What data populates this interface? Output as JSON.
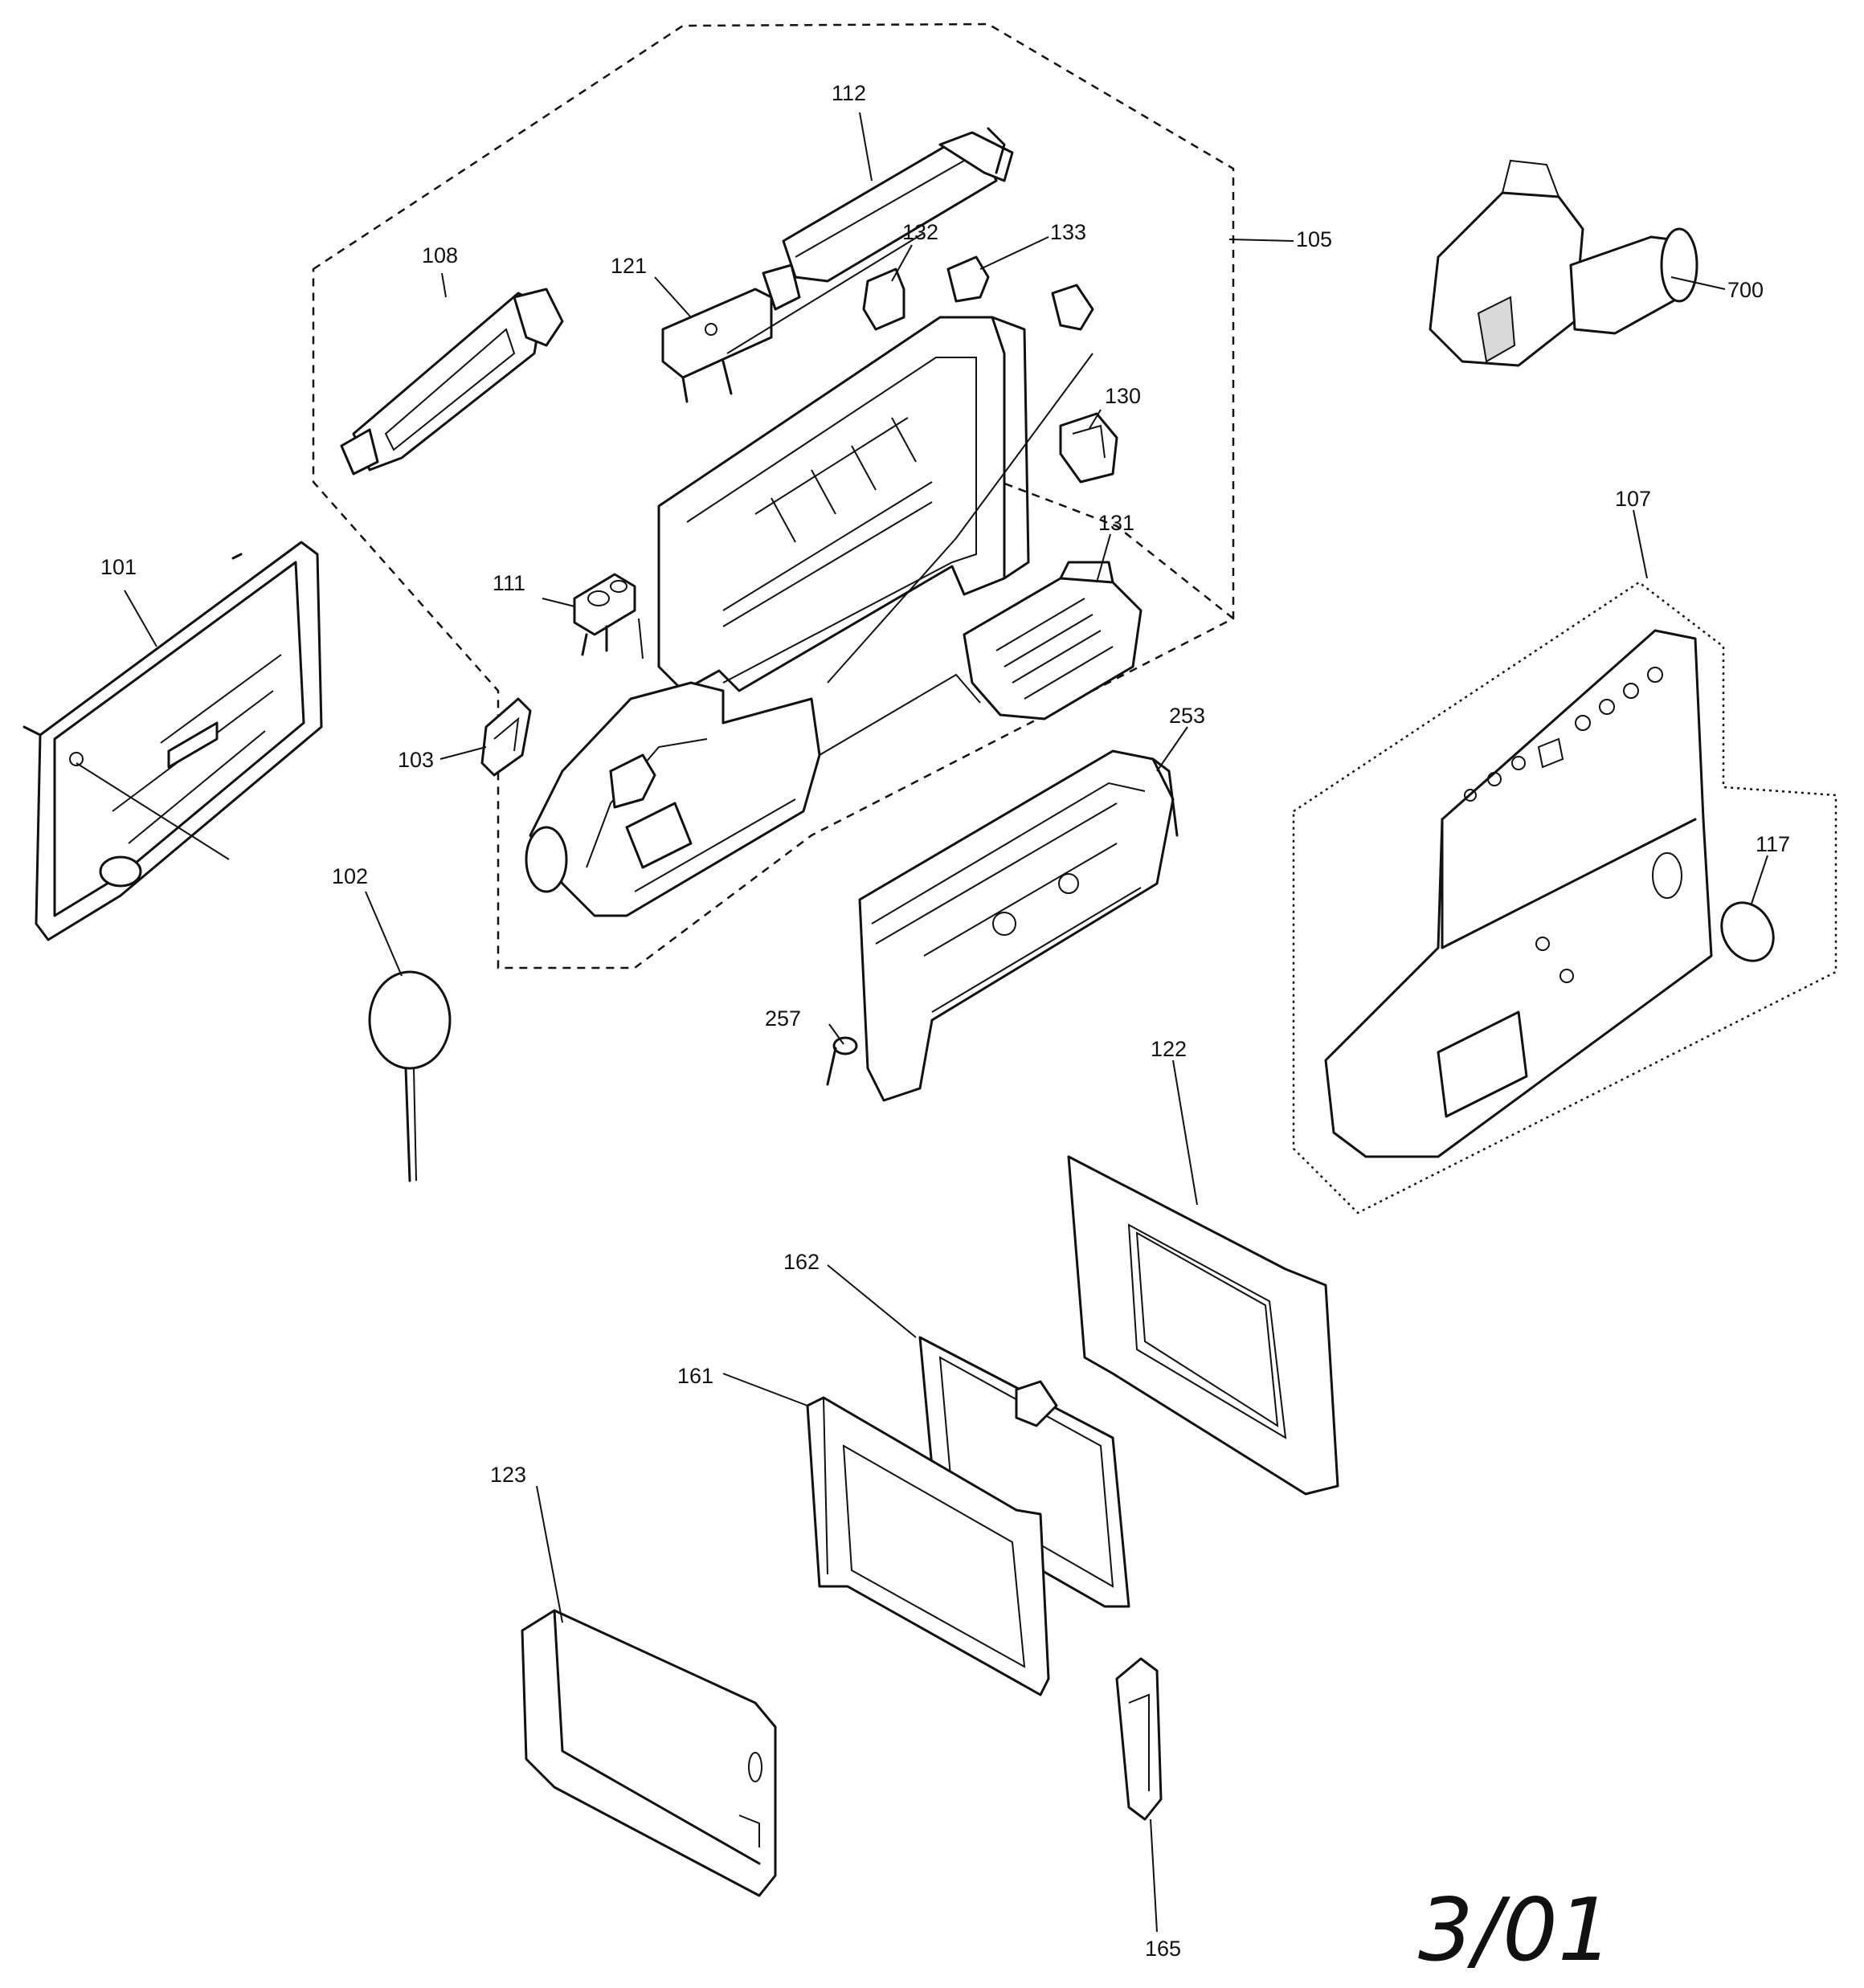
{
  "diagram": {
    "date_stamp": "3/01",
    "callouts": [
      {
        "id": "p101",
        "text": "101"
      },
      {
        "id": "p102",
        "text": "102"
      },
      {
        "id": "p103",
        "text": "103"
      },
      {
        "id": "p105",
        "text": "105"
      },
      {
        "id": "p107",
        "text": "107"
      },
      {
        "id": "p108",
        "text": "108"
      },
      {
        "id": "p111",
        "text": "111"
      },
      {
        "id": "p112",
        "text": "112"
      },
      {
        "id": "p117",
        "text": "117"
      },
      {
        "id": "p121",
        "text": "121"
      },
      {
        "id": "p122",
        "text": "122"
      },
      {
        "id": "p123",
        "text": "123"
      },
      {
        "id": "p130",
        "text": "130"
      },
      {
        "id": "p131",
        "text": "131"
      },
      {
        "id": "p132",
        "text": "132"
      },
      {
        "id": "p133",
        "text": "133"
      },
      {
        "id": "p161",
        "text": "161"
      },
      {
        "id": "p162",
        "text": "162"
      },
      {
        "id": "p165",
        "text": "165"
      },
      {
        "id": "p253",
        "text": "253"
      },
      {
        "id": "p257",
        "text": "257"
      },
      {
        "id": "p700",
        "text": "700"
      }
    ]
  }
}
